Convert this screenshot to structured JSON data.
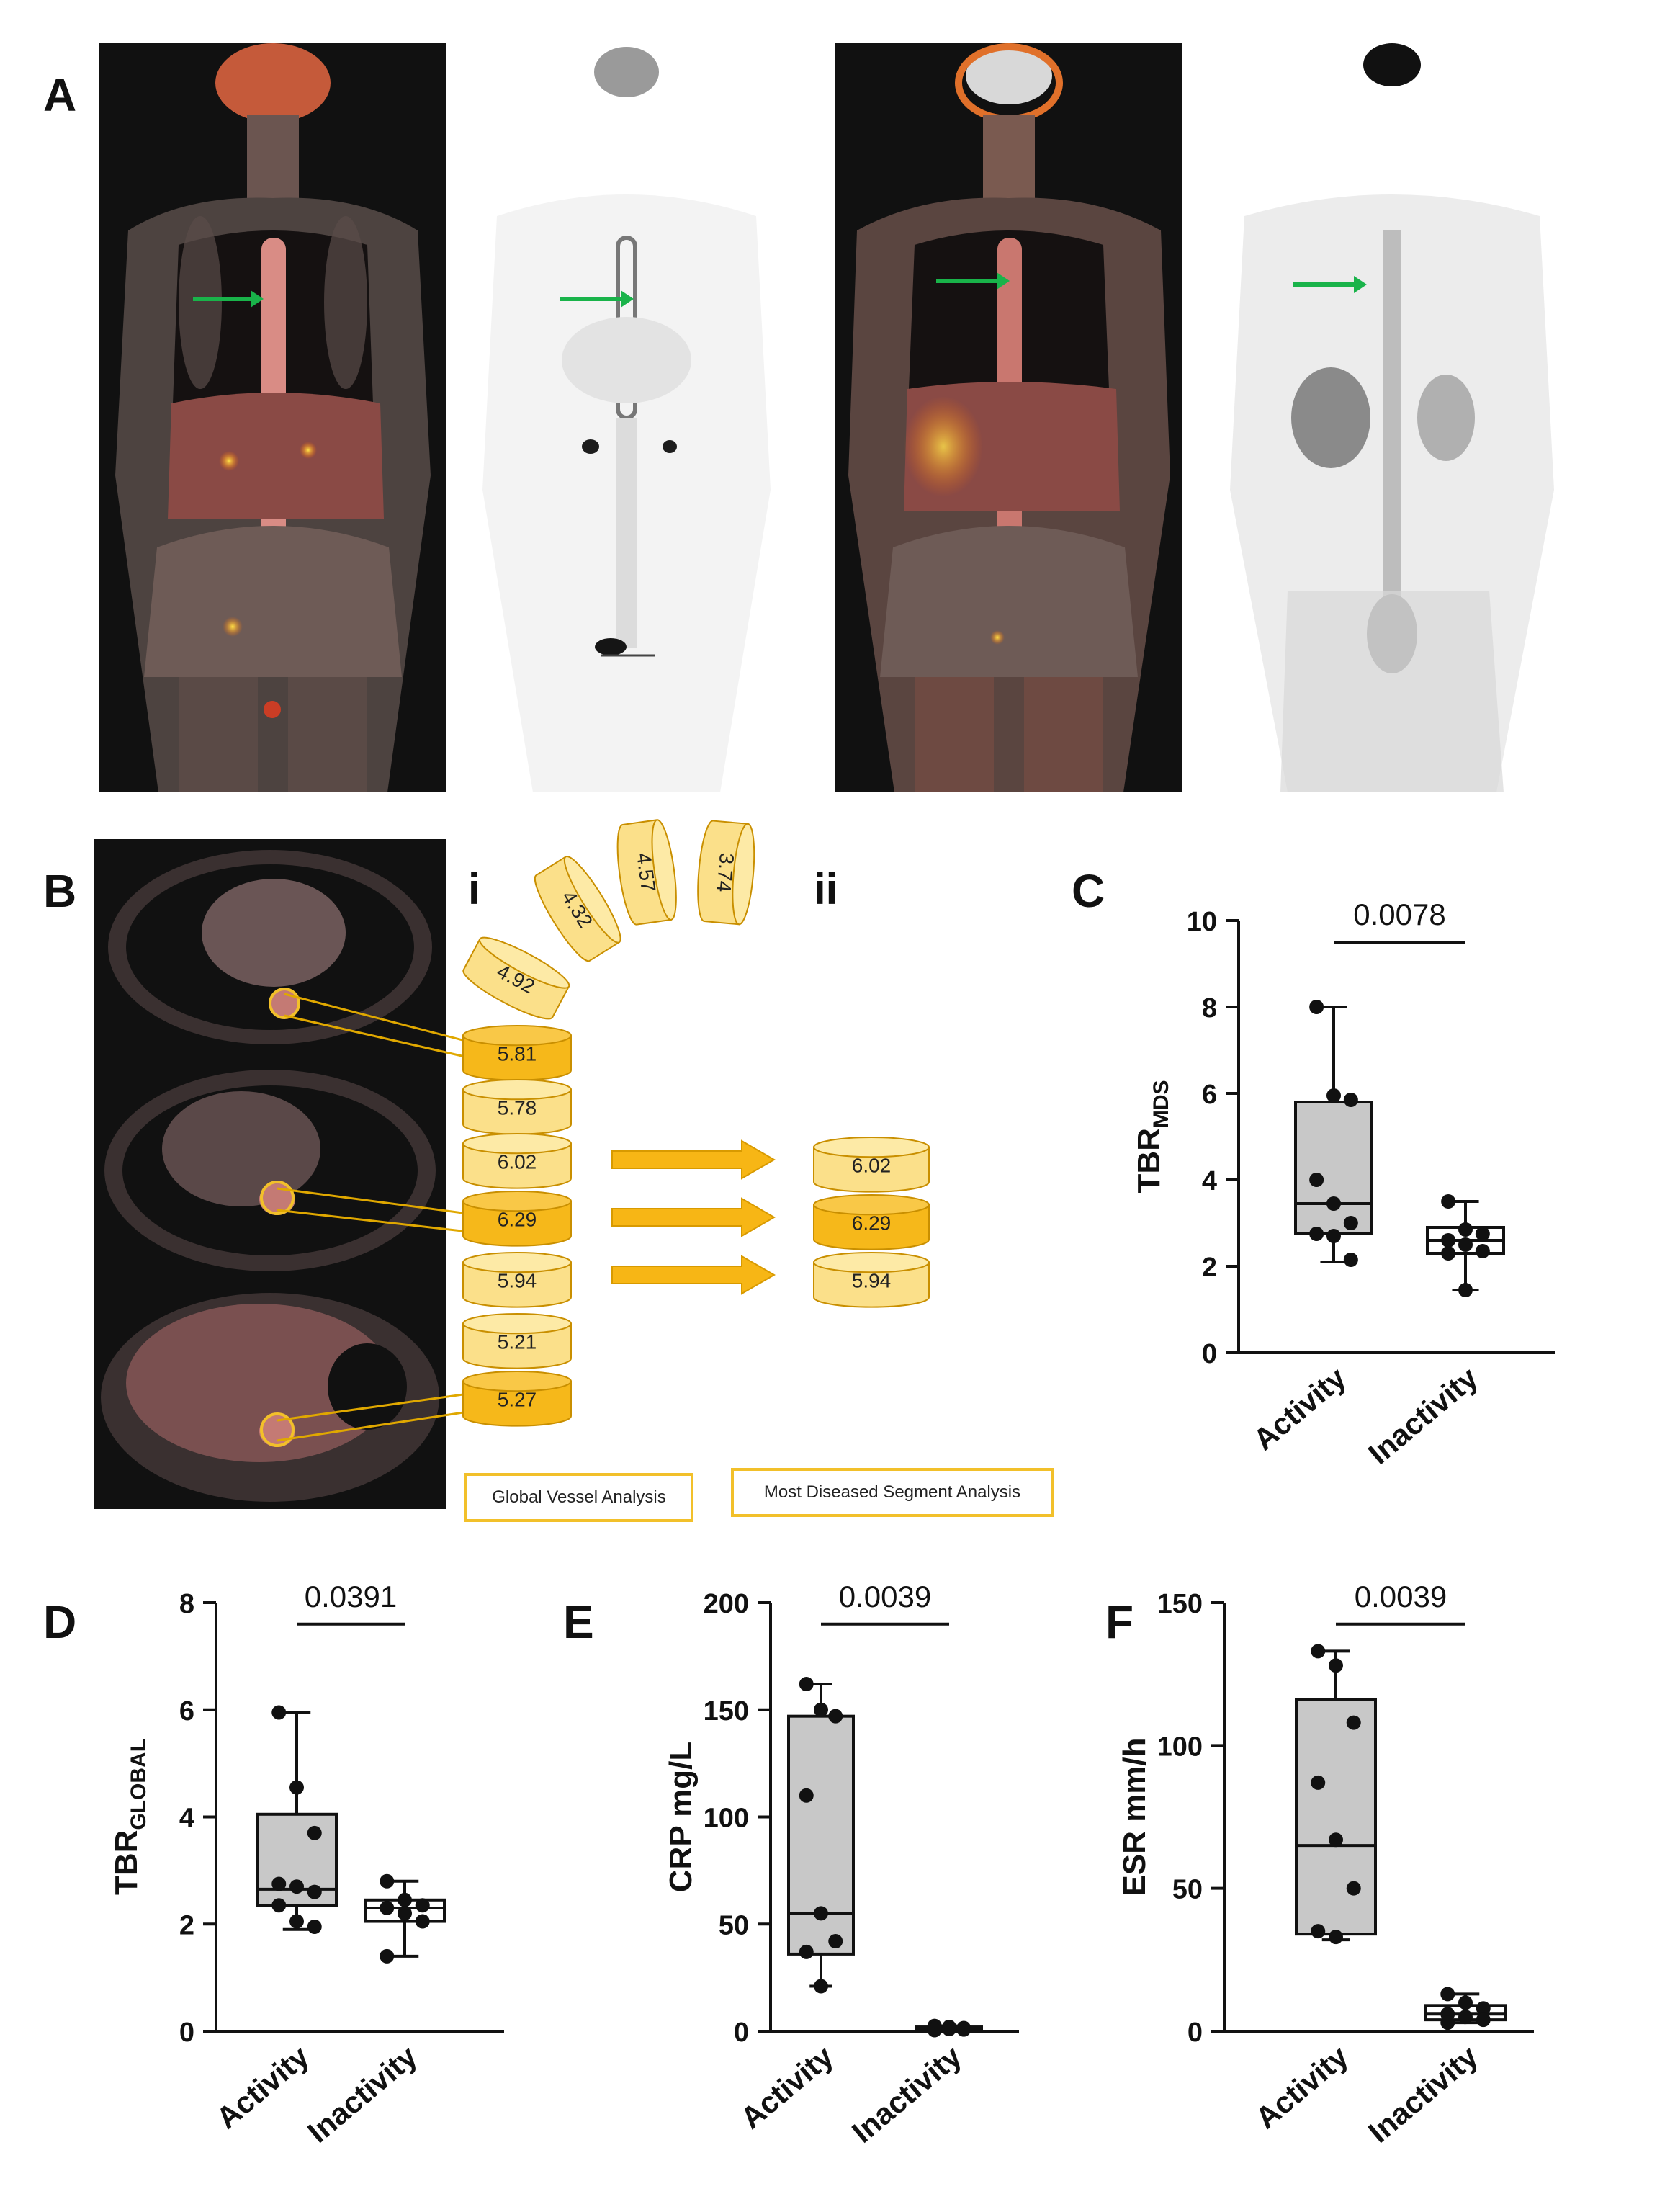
{
  "panels": {
    "A": "A",
    "B": "B",
    "C": "C",
    "D": "D",
    "E": "E",
    "F": "F"
  },
  "panel_b": {
    "roman_i": "i",
    "roman_ii": "ii",
    "arc_segments": [
      "4.92",
      "4.32",
      "4.57",
      "3.74"
    ],
    "stack_segments": [
      {
        "value": "5.81",
        "highlight": true
      },
      {
        "value": "5.78",
        "highlight": false
      },
      {
        "value": "6.02",
        "highlight": false
      },
      {
        "value": "6.29",
        "highlight": true
      },
      {
        "value": "5.94",
        "highlight": false
      },
      {
        "value": "5.21",
        "highlight": false
      },
      {
        "value": "5.27",
        "highlight": true
      }
    ],
    "mds_segments": [
      {
        "value": "6.02",
        "highlight": false
      },
      {
        "value": "6.29",
        "highlight": true
      },
      {
        "value": "5.94",
        "highlight": false
      }
    ],
    "legend_global": "Global Vessel Analysis",
    "legend_mds": "Most Diseased Segment Analysis"
  },
  "colors": {
    "seg_light": "#fbe08a",
    "seg_dark": "#f6b81a",
    "seg_stroke": "#c98f00",
    "arrow": "#f7b615",
    "green_arrow": "#19b34a",
    "box_fill": "#c8c8c8"
  },
  "chart_data": [
    {
      "id": "C",
      "type": "box",
      "categories": [
        "Activity",
        "Inactivity"
      ],
      "ylabel_main": "TBR",
      "ylabel_sub": "MDS",
      "ylim": [
        0,
        10
      ],
      "yticks": [
        "0",
        "2",
        "4",
        "6",
        "8",
        "10"
      ],
      "pvalue": "0.0078",
      "boxes": [
        {
          "min": 2.1,
          "q1": 2.75,
          "median": 3.45,
          "q3": 5.8,
          "max": 8.0,
          "points": [
            8.0,
            5.95,
            5.85,
            4.0,
            3.45,
            3.0,
            2.75,
            2.7,
            2.15
          ]
        },
        {
          "min": 1.45,
          "q1": 2.3,
          "median": 2.6,
          "q3": 2.9,
          "max": 3.5,
          "points": [
            3.5,
            2.85,
            2.75,
            2.6,
            2.5,
            2.35,
            2.3,
            1.45
          ]
        }
      ]
    },
    {
      "id": "D",
      "type": "box",
      "categories": [
        "Activity",
        "Inactivity"
      ],
      "ylabel_main": "TBR",
      "ylabel_sub": "GLOBAL",
      "ylim": [
        0,
        8
      ],
      "yticks": [
        "0",
        "2",
        "4",
        "6",
        "8"
      ],
      "pvalue": "0.0391",
      "boxes": [
        {
          "min": 1.9,
          "q1": 2.35,
          "median": 2.65,
          "q3": 4.05,
          "max": 5.95,
          "points": [
            5.95,
            4.55,
            3.7,
            2.75,
            2.7,
            2.6,
            2.35,
            2.05,
            1.95
          ]
        },
        {
          "min": 1.4,
          "q1": 2.05,
          "median": 2.3,
          "q3": 2.45,
          "max": 2.8,
          "points": [
            2.8,
            2.45,
            2.35,
            2.3,
            2.2,
            2.05,
            1.4
          ]
        }
      ]
    },
    {
      "id": "E",
      "type": "box",
      "categories": [
        "Activity",
        "Inactivity"
      ],
      "ylabel_main": "CRP mg/L",
      "ylabel_sub": "",
      "ylim": [
        0,
        200
      ],
      "yticks": [
        "0",
        "50",
        "100",
        "150",
        "200"
      ],
      "pvalue": "0.0039",
      "boxes": [
        {
          "min": 21,
          "q1": 36,
          "median": 55,
          "q3": 147,
          "max": 162,
          "points": [
            162,
            150,
            147,
            110,
            55,
            42,
            37,
            21
          ]
        },
        {
          "min": 0.5,
          "q1": 1,
          "median": 1.5,
          "q3": 2,
          "max": 2.5,
          "points": [
            2.5,
            2,
            1.5,
            1.2,
            1,
            0.8,
            0.5
          ]
        }
      ]
    },
    {
      "id": "F",
      "type": "box",
      "categories": [
        "Activity",
        "Inactivity"
      ],
      "ylabel_main": "ESR mm/h",
      "ylabel_sub": "",
      "ylim": [
        0,
        150
      ],
      "yticks": [
        "0",
        "50",
        "100",
        "150"
      ],
      "pvalue": "0.0039",
      "boxes": [
        {
          "min": 32,
          "q1": 34,
          "median": 65,
          "q3": 116,
          "max": 133,
          "points": [
            133,
            128,
            108,
            87,
            67,
            50,
            35,
            33
          ]
        },
        {
          "min": 3,
          "q1": 4,
          "median": 6,
          "q3": 9,
          "max": 13,
          "points": [
            13,
            10,
            8,
            6,
            5,
            4,
            3
          ]
        }
      ]
    }
  ]
}
